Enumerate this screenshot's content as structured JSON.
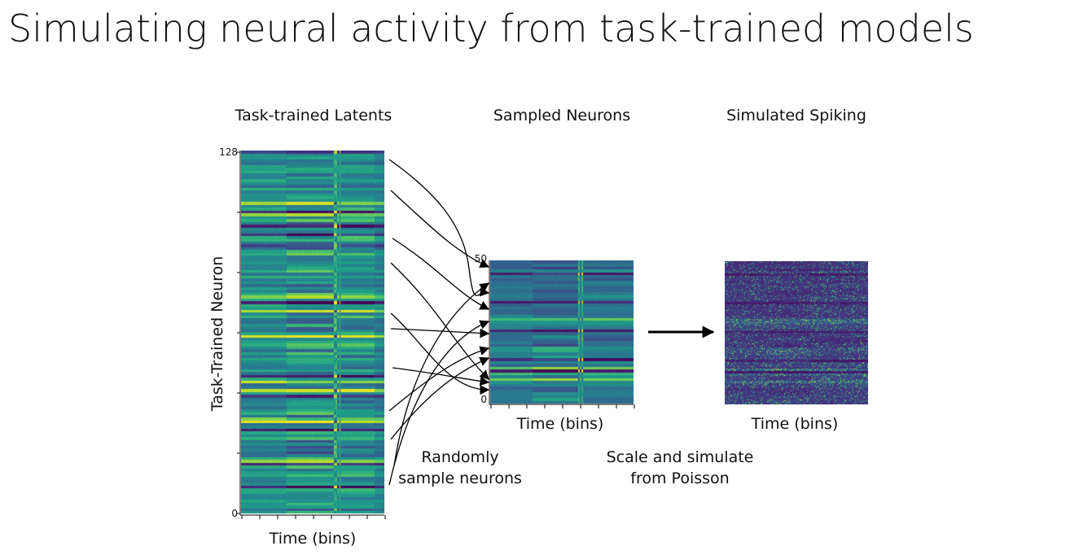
{
  "slide": {
    "title": "Simulating neural activity from task-trained models"
  },
  "panels": {
    "latents": {
      "title": "Task-trained Latents",
      "xlabel": "Time (bins)",
      "ylabel": "Task-Trained Neuron",
      "ytick_top": "128",
      "ytick_bottom": "0",
      "rows": 128
    },
    "sampled": {
      "title": "Sampled Neurons",
      "xlabel": "Time (bins)",
      "ytick_top": "50",
      "ytick_bottom": "0",
      "rows": 50
    },
    "spiking": {
      "title": "Simulated Spiking",
      "xlabel": "Time (bins)"
    }
  },
  "annotations": {
    "random_sample": "Randomly\nsample neurons",
    "scale_simulate": "Scale and simulate\nfrom Poisson"
  },
  "colors": {
    "viridis_dark": "#440154",
    "viridis_mid": "#21918c",
    "viridis_bright": "#fde725",
    "arrow": "#000000"
  }
}
